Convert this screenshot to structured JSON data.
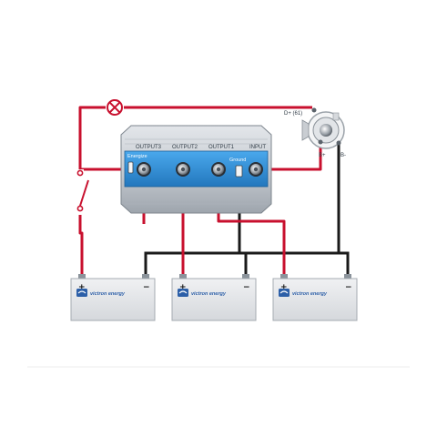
{
  "isolator": {
    "labels": {
      "output3": "OUTPUT3",
      "output2": "OUTPUT2",
      "output1": "OUTPUT1",
      "input": "INPUT",
      "energize": "Energize",
      "ground": "Ground"
    }
  },
  "alternator": {
    "d_plus": "D+ (61)",
    "b_plus": "B+",
    "b_minus": "B-"
  },
  "batteries": [
    {
      "brand": "victron energy",
      "positive": "+",
      "negative": "−"
    },
    {
      "brand": "victron energy",
      "positive": "+",
      "negative": "−"
    },
    {
      "brand": "victron energy",
      "positive": "+",
      "negative": "−"
    }
  ],
  "colors": {
    "positive_wire": "#c8102e",
    "negative_wire": "#1a1a1a",
    "isolator_blue": "#2f8fd6",
    "battery_body": "#e6e8eb"
  },
  "icons": {
    "warning_lamp": "lamp-x-icon",
    "switch": "switch-icon",
    "alternator": "alternator-icon"
  }
}
